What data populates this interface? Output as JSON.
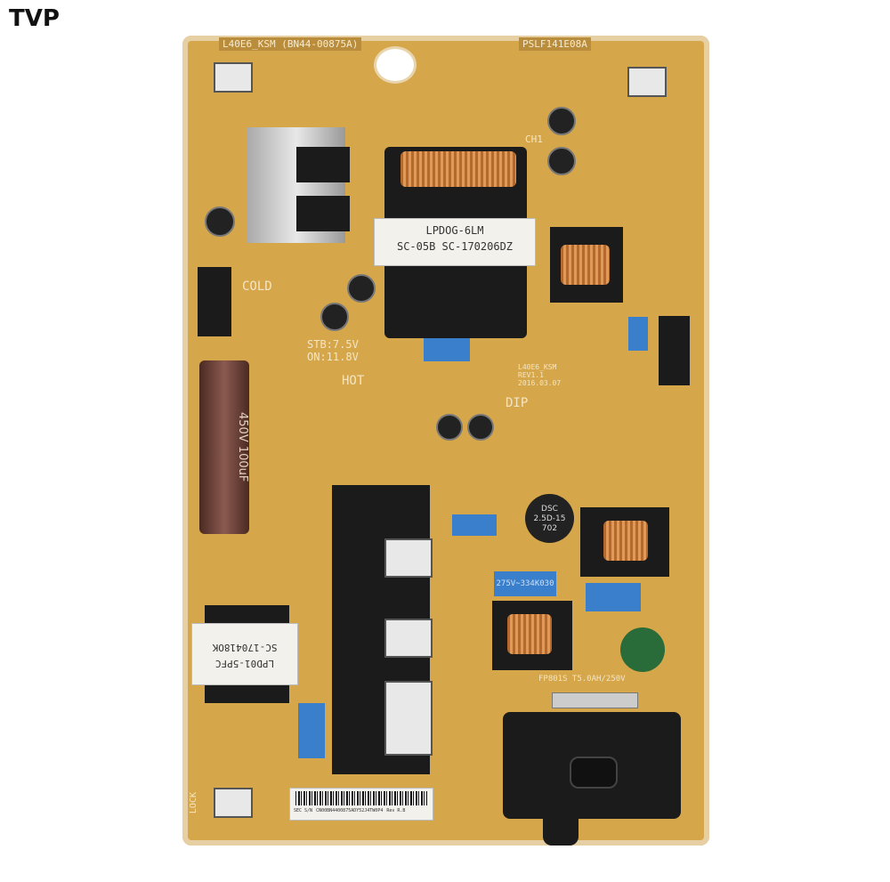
{
  "watermark": "TVP",
  "board": {
    "model_label": "L40E6_KSM (BN44-00875A)",
    "part_label": "PSLF141E08A",
    "main_transformer": [
      "LPDOG-6LM",
      "SC-05B SC-170206DZ"
    ],
    "pfc_transformer": [
      "LPD01-5PFC",
      "SC-170418OK"
    ],
    "zone_cold": "COLD",
    "zone_hot": "HOT",
    "voltages": [
      "STB:7.5V",
      "ON:11.8V"
    ],
    "dip_label": "DIP",
    "rev_block": [
      "L40E6_KSM",
      "REV1.1",
      "2016.03.07"
    ],
    "thermistor": [
      "DSC",
      "2.5D-15",
      "702"
    ],
    "x_cap": "275V~334K030",
    "fuse_label": "FP801S T5.0AH/250V",
    "bulk_cap": [
      "450V",
      "100uF"
    ],
    "lock_label": "LOCK",
    "serial_prefix": "SEC S/N",
    "serial": "CN00BN4400875ADY52J4TW0P4",
    "rev": "Rev R.B",
    "ch_label": "CH1",
    "board_color": "#d6a64a"
  }
}
